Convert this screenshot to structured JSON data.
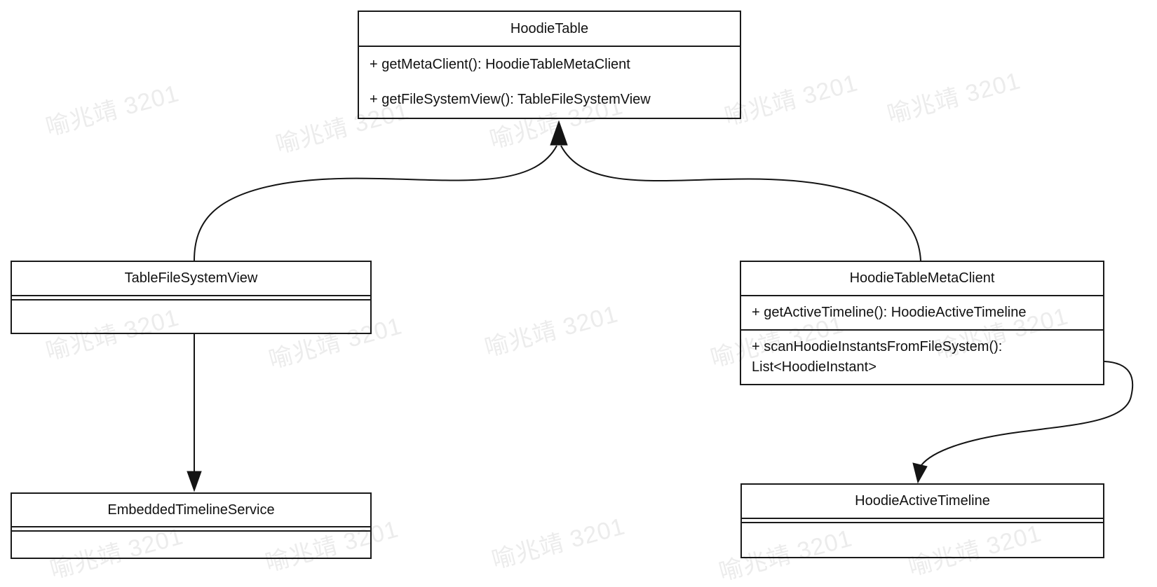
{
  "diagram": {
    "type": "uml-class-diagram",
    "background": "#ffffff",
    "line_color": "#141414"
  },
  "watermark": {
    "text": "喻兆靖 3201",
    "color": "#ececec"
  },
  "classes": {
    "hoodie_table": {
      "name": "HoodieTable",
      "methods": [
        "+ getMetaClient(): HoodieTableMetaClient",
        "+ getFileSystemView(): TableFileSystemView"
      ]
    },
    "table_file_system_view": {
      "name": "TableFileSystemView",
      "methods": []
    },
    "hoodie_table_meta_client": {
      "name": "HoodieTableMetaClient",
      "methods": [
        "+ getActiveTimeline(): HoodieActiveTimeline",
        "+ scanHoodieInstantsFromFileSystem(): List<HoodieInstant>"
      ]
    },
    "embedded_timeline_service": {
      "name": "EmbeddedTimelineService",
      "methods": []
    },
    "hoodie_active_timeline": {
      "name": "HoodieActiveTimeline",
      "methods": []
    }
  },
  "relations": [
    {
      "from": "TableFileSystemView",
      "to": "HoodieTable",
      "style": "curved-arrow"
    },
    {
      "from": "HoodieTableMetaClient",
      "to": "HoodieTable",
      "style": "curved-arrow"
    },
    {
      "from": "TableFileSystemView",
      "to": "EmbeddedTimelineService",
      "style": "straight-arrow"
    },
    {
      "from": "HoodieTableMetaClient",
      "to": "HoodieActiveTimeline",
      "style": "s-curved-arrow"
    }
  ]
}
